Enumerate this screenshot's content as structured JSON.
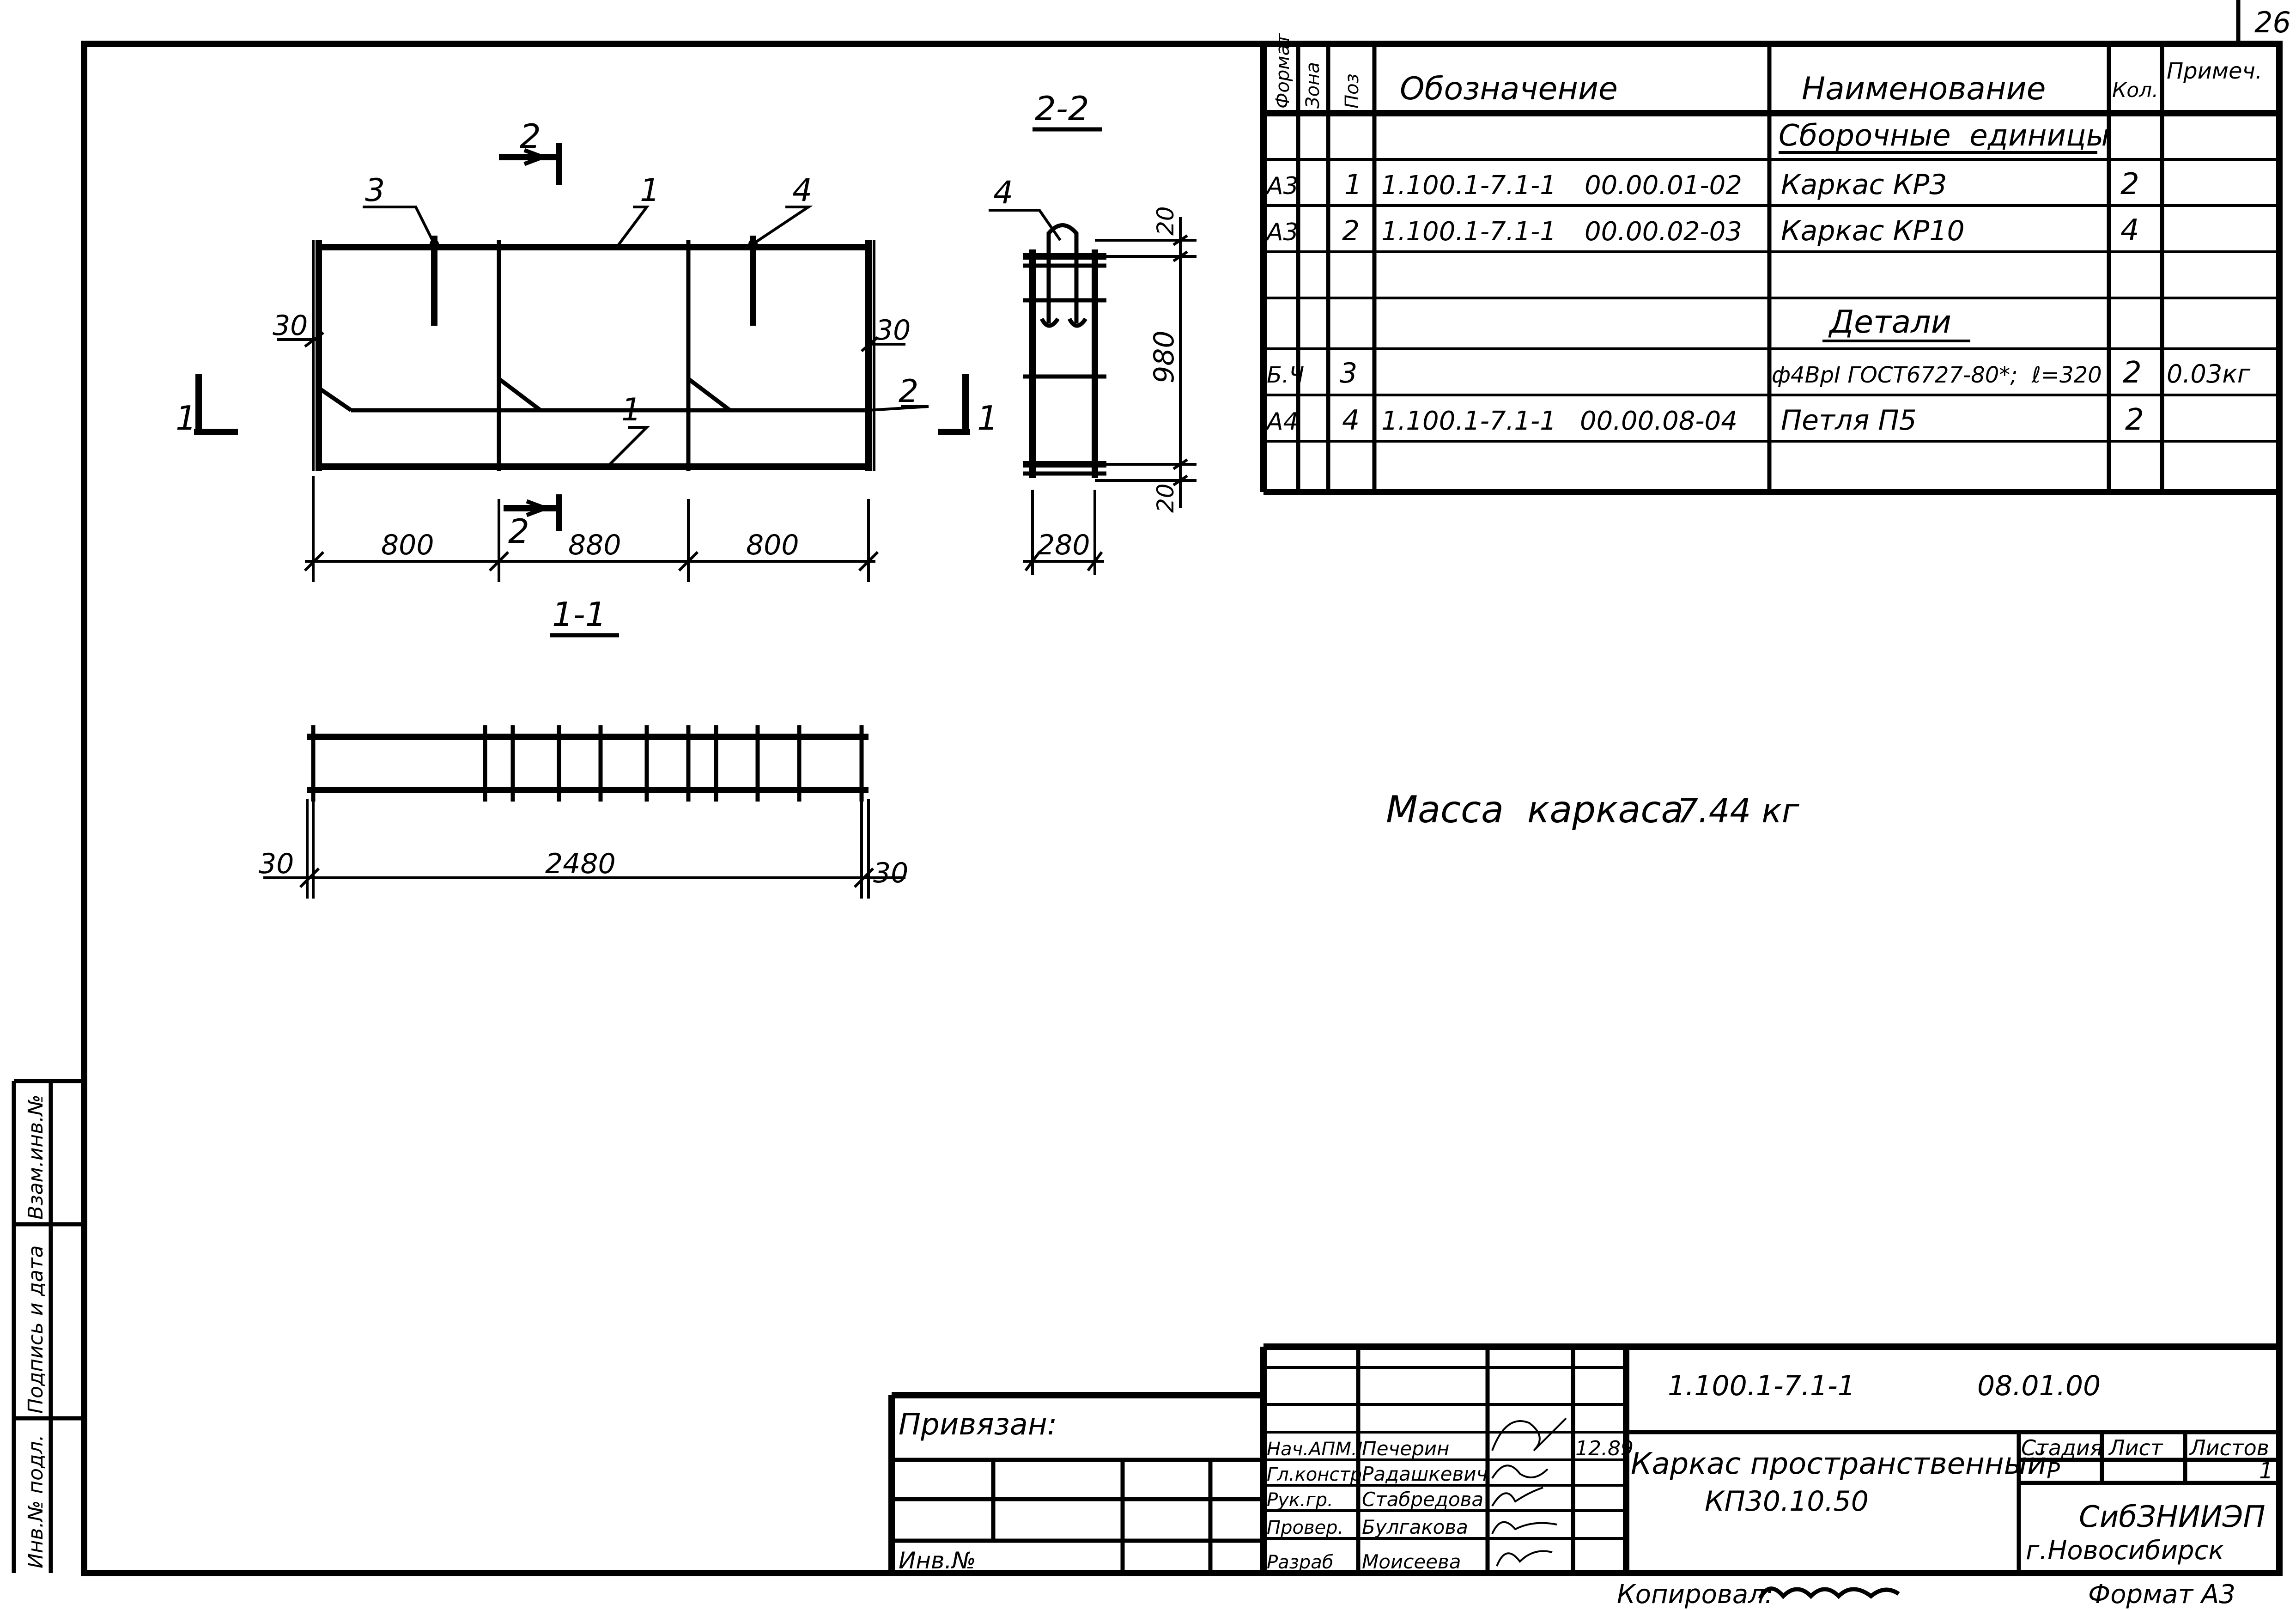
{
  "sheet_number": "26",
  "views": {
    "section_2_2_title": "2-2",
    "section_1_1_title": "1-1",
    "cut_mark_1": "1",
    "cut_mark_2": "2",
    "elevation": {
      "dims": [
        "30",
        "30",
        "800",
        "880",
        "800"
      ],
      "callouts": [
        "3",
        "1",
        "4",
        "1",
        "2"
      ]
    },
    "side": {
      "dims": [
        "20",
        "980",
        "20",
        "280"
      ],
      "callouts": [
        "4"
      ]
    },
    "plan": {
      "dims": [
        "30",
        "2480",
        "30"
      ]
    }
  },
  "mass_note": {
    "label": "Масса  каркаса",
    "value": "7.44 кг"
  },
  "spec_table": {
    "headers": {
      "format": "Формат",
      "zone": "Зона",
      "pos": "Поз",
      "designation": "Обозначение",
      "name": "Наименование",
      "qty": "Кол.",
      "note": "Примеч."
    },
    "section_assembly": "Сборочные  единицы",
    "section_details": "Детали",
    "rows": [
      {
        "format": "А3",
        "pos": "1",
        "designation": "1.100.1-7.1-1",
        "code": "00.00.01-02",
        "name": "Каркас КР3",
        "qty": "2",
        "note": ""
      },
      {
        "format": "А3",
        "pos": "2",
        "designation": "1.100.1-7.1-1",
        "code": "00.00.02-03",
        "name": "Каркас КР10",
        "qty": "4",
        "note": ""
      },
      {
        "format": "Б.Ч",
        "pos": "3",
        "designation": "",
        "code": "",
        "name": "ф4ВрI ГОСТ6727-80*;  ℓ=320",
        "qty": "2",
        "note": "0.03кг"
      },
      {
        "format": "А4",
        "pos": "4",
        "designation": "1.100.1-7.1-1",
        "code": "00.00.08-04",
        "name": "Петля П5",
        "qty": "2",
        "note": ""
      }
    ]
  },
  "title_block": {
    "privyazan": "Привязан:",
    "inv_no": "Инв.№",
    "designation": "1.100.1-7.1-1",
    "code": "08.01.00",
    "title_line1": "Каркас пространственный",
    "title_line2": "КП30.10.50",
    "date": "12.89",
    "roles": [
      "Нач.АПМ.I",
      "Гл.констр.",
      "Рук.гр.",
      "Провер.",
      "Разраб"
    ],
    "names": [
      "Печерин",
      "Радашкевич",
      "Стабредова",
      "Булгакова",
      "Моисеева"
    ],
    "stage_label": "Стадия",
    "stage_value": "Р",
    "sheet_label": "Лист",
    "sheets_label": "Листов",
    "sheets_value": "1",
    "org": "СибЗНИИЭП",
    "city": "г.Новосибирск"
  },
  "left_margin": {
    "inv_podl": "Инв.№ подл.",
    "podpis_data": "Подпись и дата",
    "vzam_inv": "Взам.инв.№"
  },
  "footer": {
    "copied": "Копировал:",
    "format": "Формат А3"
  }
}
